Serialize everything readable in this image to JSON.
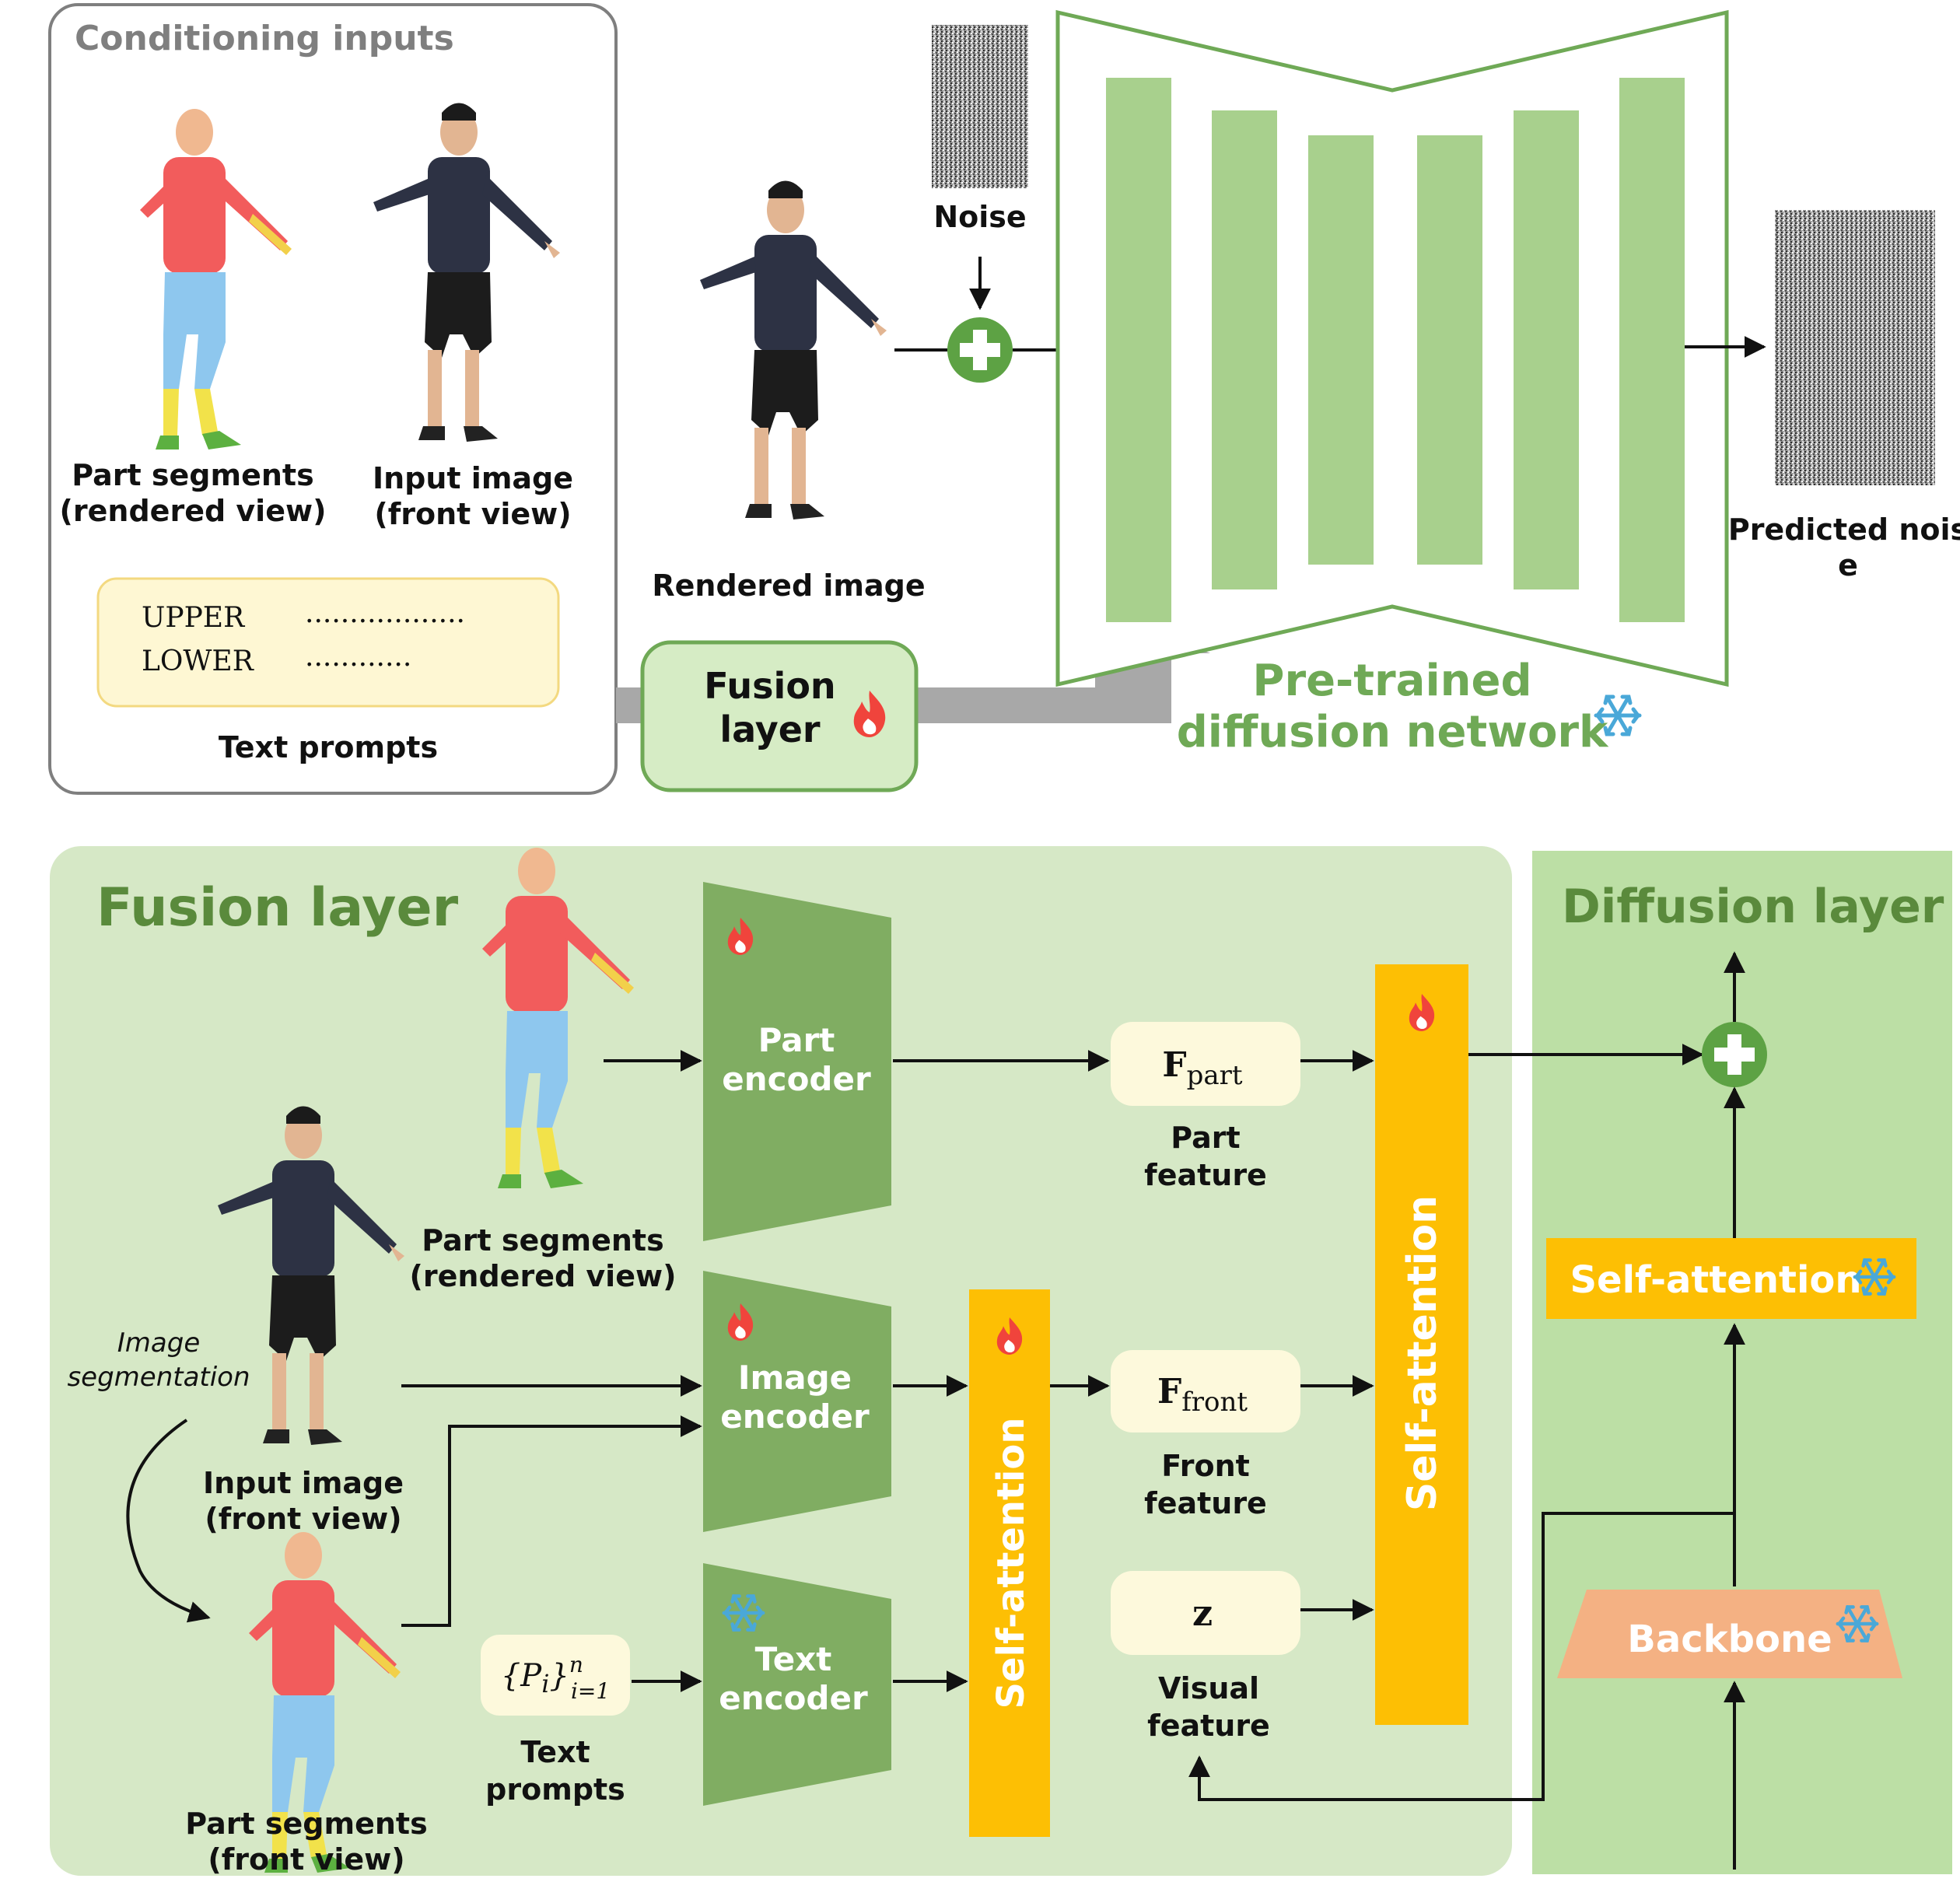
{
  "top": {
    "conditioning_title": "Conditioning inputs",
    "part_segments_line1": "Part segments",
    "part_segments_line2": "(rendered view)",
    "input_image_line1": "Input image",
    "input_image_line2": "(front view)",
    "prompt_upper": "UPPER",
    "prompt_lower": "LOWER",
    "prompt_upper_dots": "..................",
    "prompt_lower_dots": "............",
    "text_prompts": "Text prompts",
    "rendered_image": "Rendered image",
    "noise": "Noise",
    "fusion_line1": "Fusion",
    "fusion_line2": "layer",
    "predicted_line1": "Predicted nois",
    "predicted_line2": "e",
    "network_line1": "Pre-trained",
    "network_line2": "diffusion network"
  },
  "bottom": {
    "fusion_title": "Fusion layer",
    "diffusion_title": "Diffusion layer",
    "part_seg_line1": "Part segments",
    "part_seg_line2": "(rendered view)",
    "input_line1": "Input image",
    "input_line2": "(front view)",
    "front_seg_line1": "Part segments",
    "front_seg_line2": "(front view)",
    "image_seg_line1": "Image",
    "image_seg_line2": "segmentation",
    "part_encoder_line1": "Part",
    "part_encoder_line2": "encoder",
    "image_encoder_line1": "Image",
    "image_encoder_line2": "encoder",
    "text_encoder_line1": "Text",
    "text_encoder_line2": "encoder",
    "self_attention": "Self-attention",
    "f_part_main": "F",
    "f_part_sub": "part",
    "part_feature_line1": "Part",
    "part_feature_line2": "feature",
    "f_front_main": "F",
    "f_front_sub": "front",
    "front_feature_line1": "Front",
    "front_feature_line2": "feature",
    "z": "z",
    "visual_feature_line1": "Visual",
    "visual_feature_line2": "feature",
    "prompt_set": "{P",
    "prompt_set_i": "i",
    "prompt_set_close": "}",
    "prompt_set_sup": "n",
    "prompt_set_sub": "i=1",
    "text_prompts_line1": "Text",
    "text_prompts_line2": "prompts",
    "backbone": "Backbone"
  },
  "colors": {
    "light_green_panel": "#d6e8c6",
    "diffusion_panel": "#bcdfa5",
    "unet_green": "#a8d08d",
    "encoder_green": "#80ad62",
    "title_green": "#5a8a3c",
    "attention_orange": "#fdbf04",
    "feature_cream": "#fdf9dc",
    "backbone_salmon": "#f4b183",
    "gray_arrow": "#a8a8a8",
    "fire_red": "#f0443c",
    "snow_blue": "#4aa8d8"
  },
  "icons": {
    "fire": "fire-icon",
    "snowflake": "snowflake-icon",
    "plus": "plus-circle-icon"
  }
}
